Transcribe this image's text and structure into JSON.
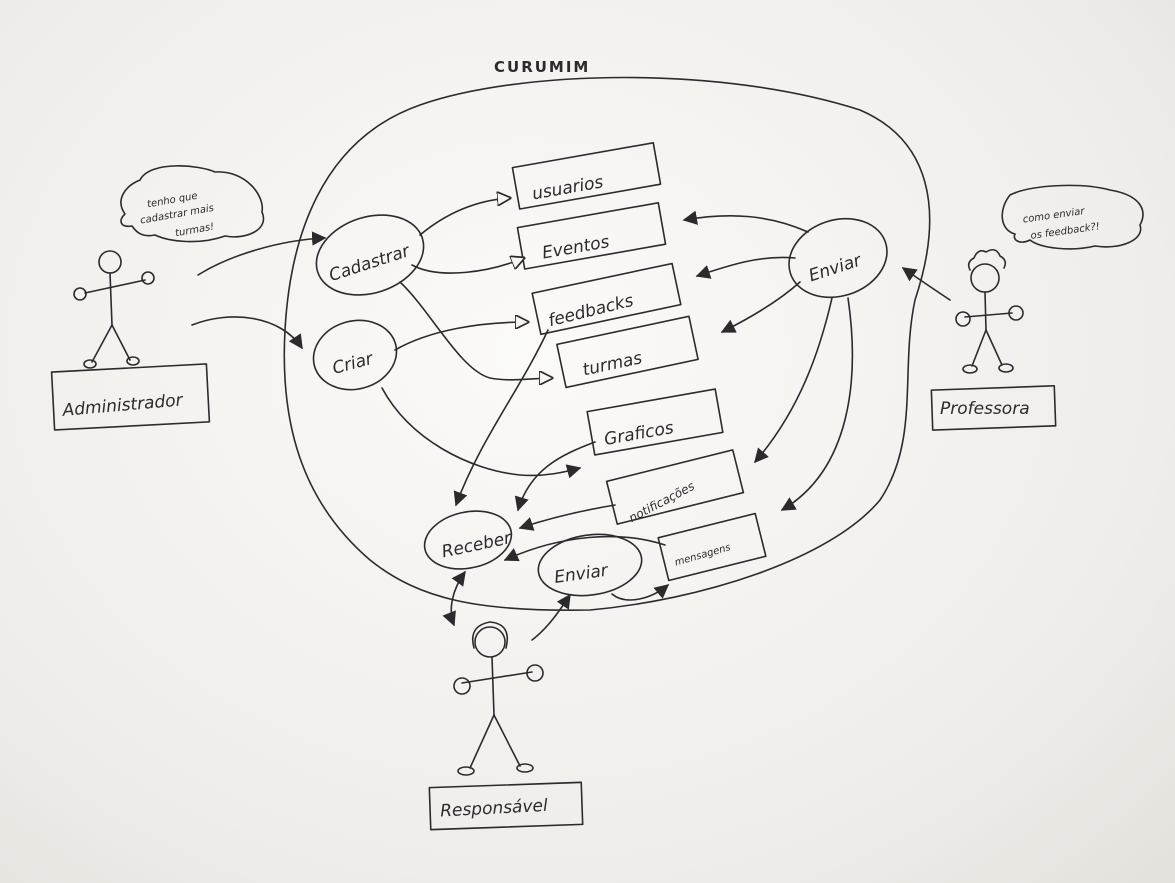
{
  "title": "CURUMIM",
  "actors": {
    "administrador": "Administrador",
    "professora": "Professora",
    "responsavel": "Responsável"
  },
  "speech": {
    "administrador": [
      "tenho que",
      "cadastrar mais",
      "turmas!"
    ],
    "professora": [
      "como enviar",
      "os feedback?!"
    ]
  },
  "use_cases": {
    "cadastrar": "Cadastrar",
    "criar": "Criar",
    "enviar_professora": "Enviar",
    "receber": "Receber",
    "enviar_responsavel": "Enviar"
  },
  "entities": {
    "usuarios": "usuarios",
    "eventos": "Eventos",
    "feedbacks": "feedbacks",
    "turmas": "turmas",
    "graficos": "Graficos",
    "notificacoes": "notificações",
    "mensagens": "mensagens"
  }
}
